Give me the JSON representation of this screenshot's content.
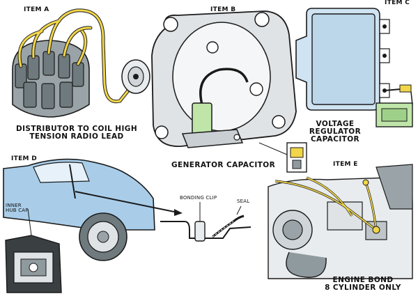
{
  "items": {
    "a": {
      "header": "ITEM A",
      "caption_line1": "DISTRIBUTOR TO COIL HIGH",
      "caption_line2": "TENSION RADIO LEAD"
    },
    "b": {
      "header": "ITEM B",
      "caption": "GENERATOR CAPACITOR"
    },
    "c": {
      "header": "ITEM C",
      "caption_line1": "VOLTAGE",
      "caption_line2": "REGULATOR",
      "caption_line3": "CAPACITOR"
    },
    "d": {
      "header": "ITEM D",
      "inner_label_line1": "INNER",
      "inner_label_line2": "HUB CAP"
    },
    "bonding": {
      "clip_label": "BONDING CLIP",
      "seal_label": "SEAL"
    },
    "e": {
      "header": "ITEM E",
      "caption_line1": "ENGINE BOND",
      "caption_line2": "8 CYLINDER ONLY"
    }
  },
  "colors": {
    "wire_yellow": "#f1d64a",
    "cap_gray": "#8f9a9e",
    "panel_blue": "#cfe3f2",
    "car_blue": "#a9cde9",
    "outline": "#1a1a1a",
    "capacitor_green": "#bfe6a8"
  }
}
